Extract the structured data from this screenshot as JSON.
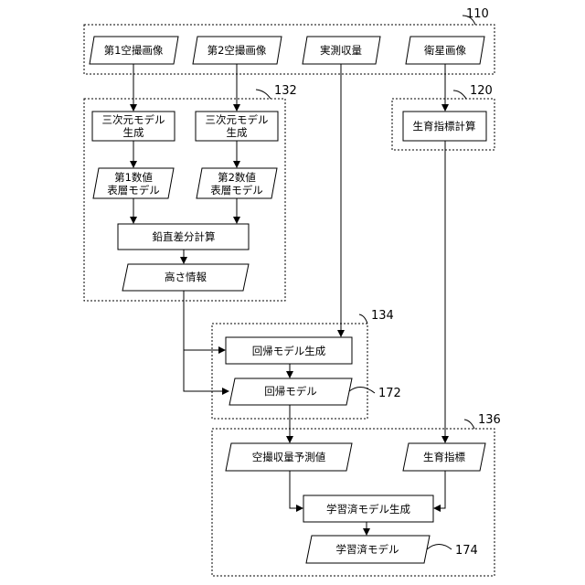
{
  "groups": {
    "g110": "110",
    "g120": "120",
    "g132": "132",
    "g134": "134",
    "g136": "136"
  },
  "nodes": {
    "img1": "第1空撮画像",
    "img2": "第2空撮画像",
    "actual_yield": "実測収量",
    "satellite": "衛星画像",
    "model3d_1_l1": "三次元モデル",
    "model3d_1_l2": "生成",
    "model3d_2_l1": "三次元モデル",
    "model3d_2_l2": "生成",
    "growth_calc": "生育指標計算",
    "surf1_l1": "第1数値",
    "surf1_l2": "表層モデル",
    "surf2_l1": "第2数値",
    "surf2_l2": "表層モデル",
    "vertical_diff": "鉛直差分計算",
    "height_info": "高さ情報",
    "regression_gen": "回帰モデル生成",
    "regression_model": "回帰モデル",
    "predicted_yield": "空撮収量予測値",
    "growth_index": "生育指標",
    "trained_gen": "学習済モデル生成",
    "trained_model": "学習済モデル"
  },
  "refs": {
    "r172": "172",
    "r174": "174"
  }
}
